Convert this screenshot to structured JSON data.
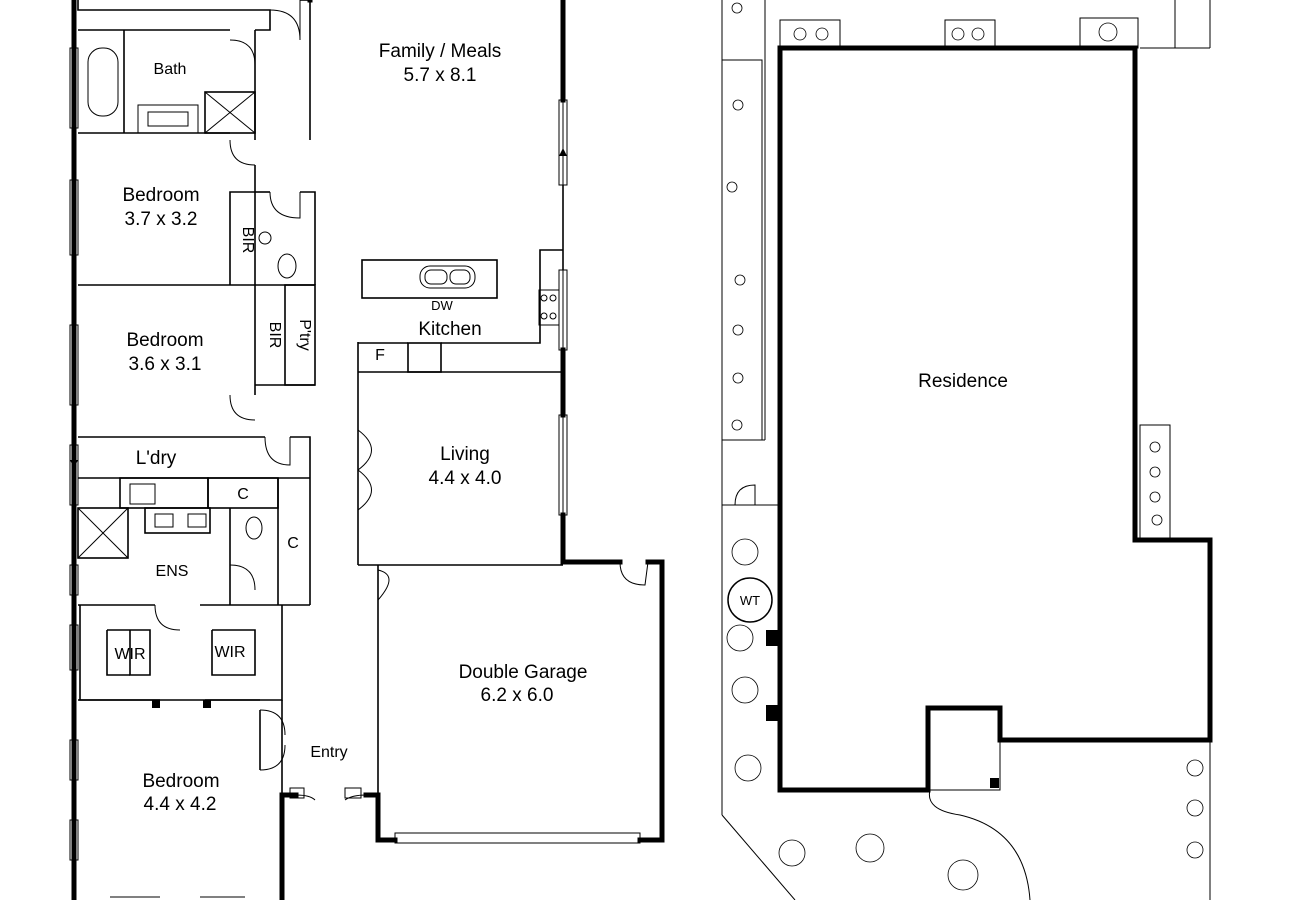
{
  "rooms": {
    "family_meals": {
      "name": "Family / Meals",
      "dims": "5.7 x 8.1"
    },
    "bath": {
      "name": "Bath"
    },
    "bedroom_1": {
      "name": "Bedroom",
      "dims": "3.7 x 3.2"
    },
    "bedroom_2": {
      "name": "Bedroom",
      "dims": "3.6 x 3.1"
    },
    "bedroom_3": {
      "name": "Bedroom",
      "dims": "4.4 x 4.2"
    },
    "bir_1": {
      "name": "BIR"
    },
    "bir_2": {
      "name": "BIR"
    },
    "pantry": {
      "name": "P'try"
    },
    "kitchen": {
      "name": "Kitchen"
    },
    "dishwasher": {
      "name": "DW"
    },
    "fridge": {
      "name": "F"
    },
    "laundry": {
      "name": "L'dry"
    },
    "living": {
      "name": "Living",
      "dims": "4.4 x 4.0"
    },
    "cupboard_1": {
      "name": "C"
    },
    "cupboard_2": {
      "name": "C"
    },
    "ensuite": {
      "name": "ENS"
    },
    "wir_1": {
      "name": "WIR"
    },
    "wir_2": {
      "name": "WIR"
    },
    "garage": {
      "name": "Double Garage",
      "dims": "6.2 x 6.0"
    },
    "entry": {
      "name": "Entry"
    }
  },
  "site": {
    "residence": {
      "name": "Residence"
    },
    "water_tank": {
      "name": "WT"
    }
  }
}
